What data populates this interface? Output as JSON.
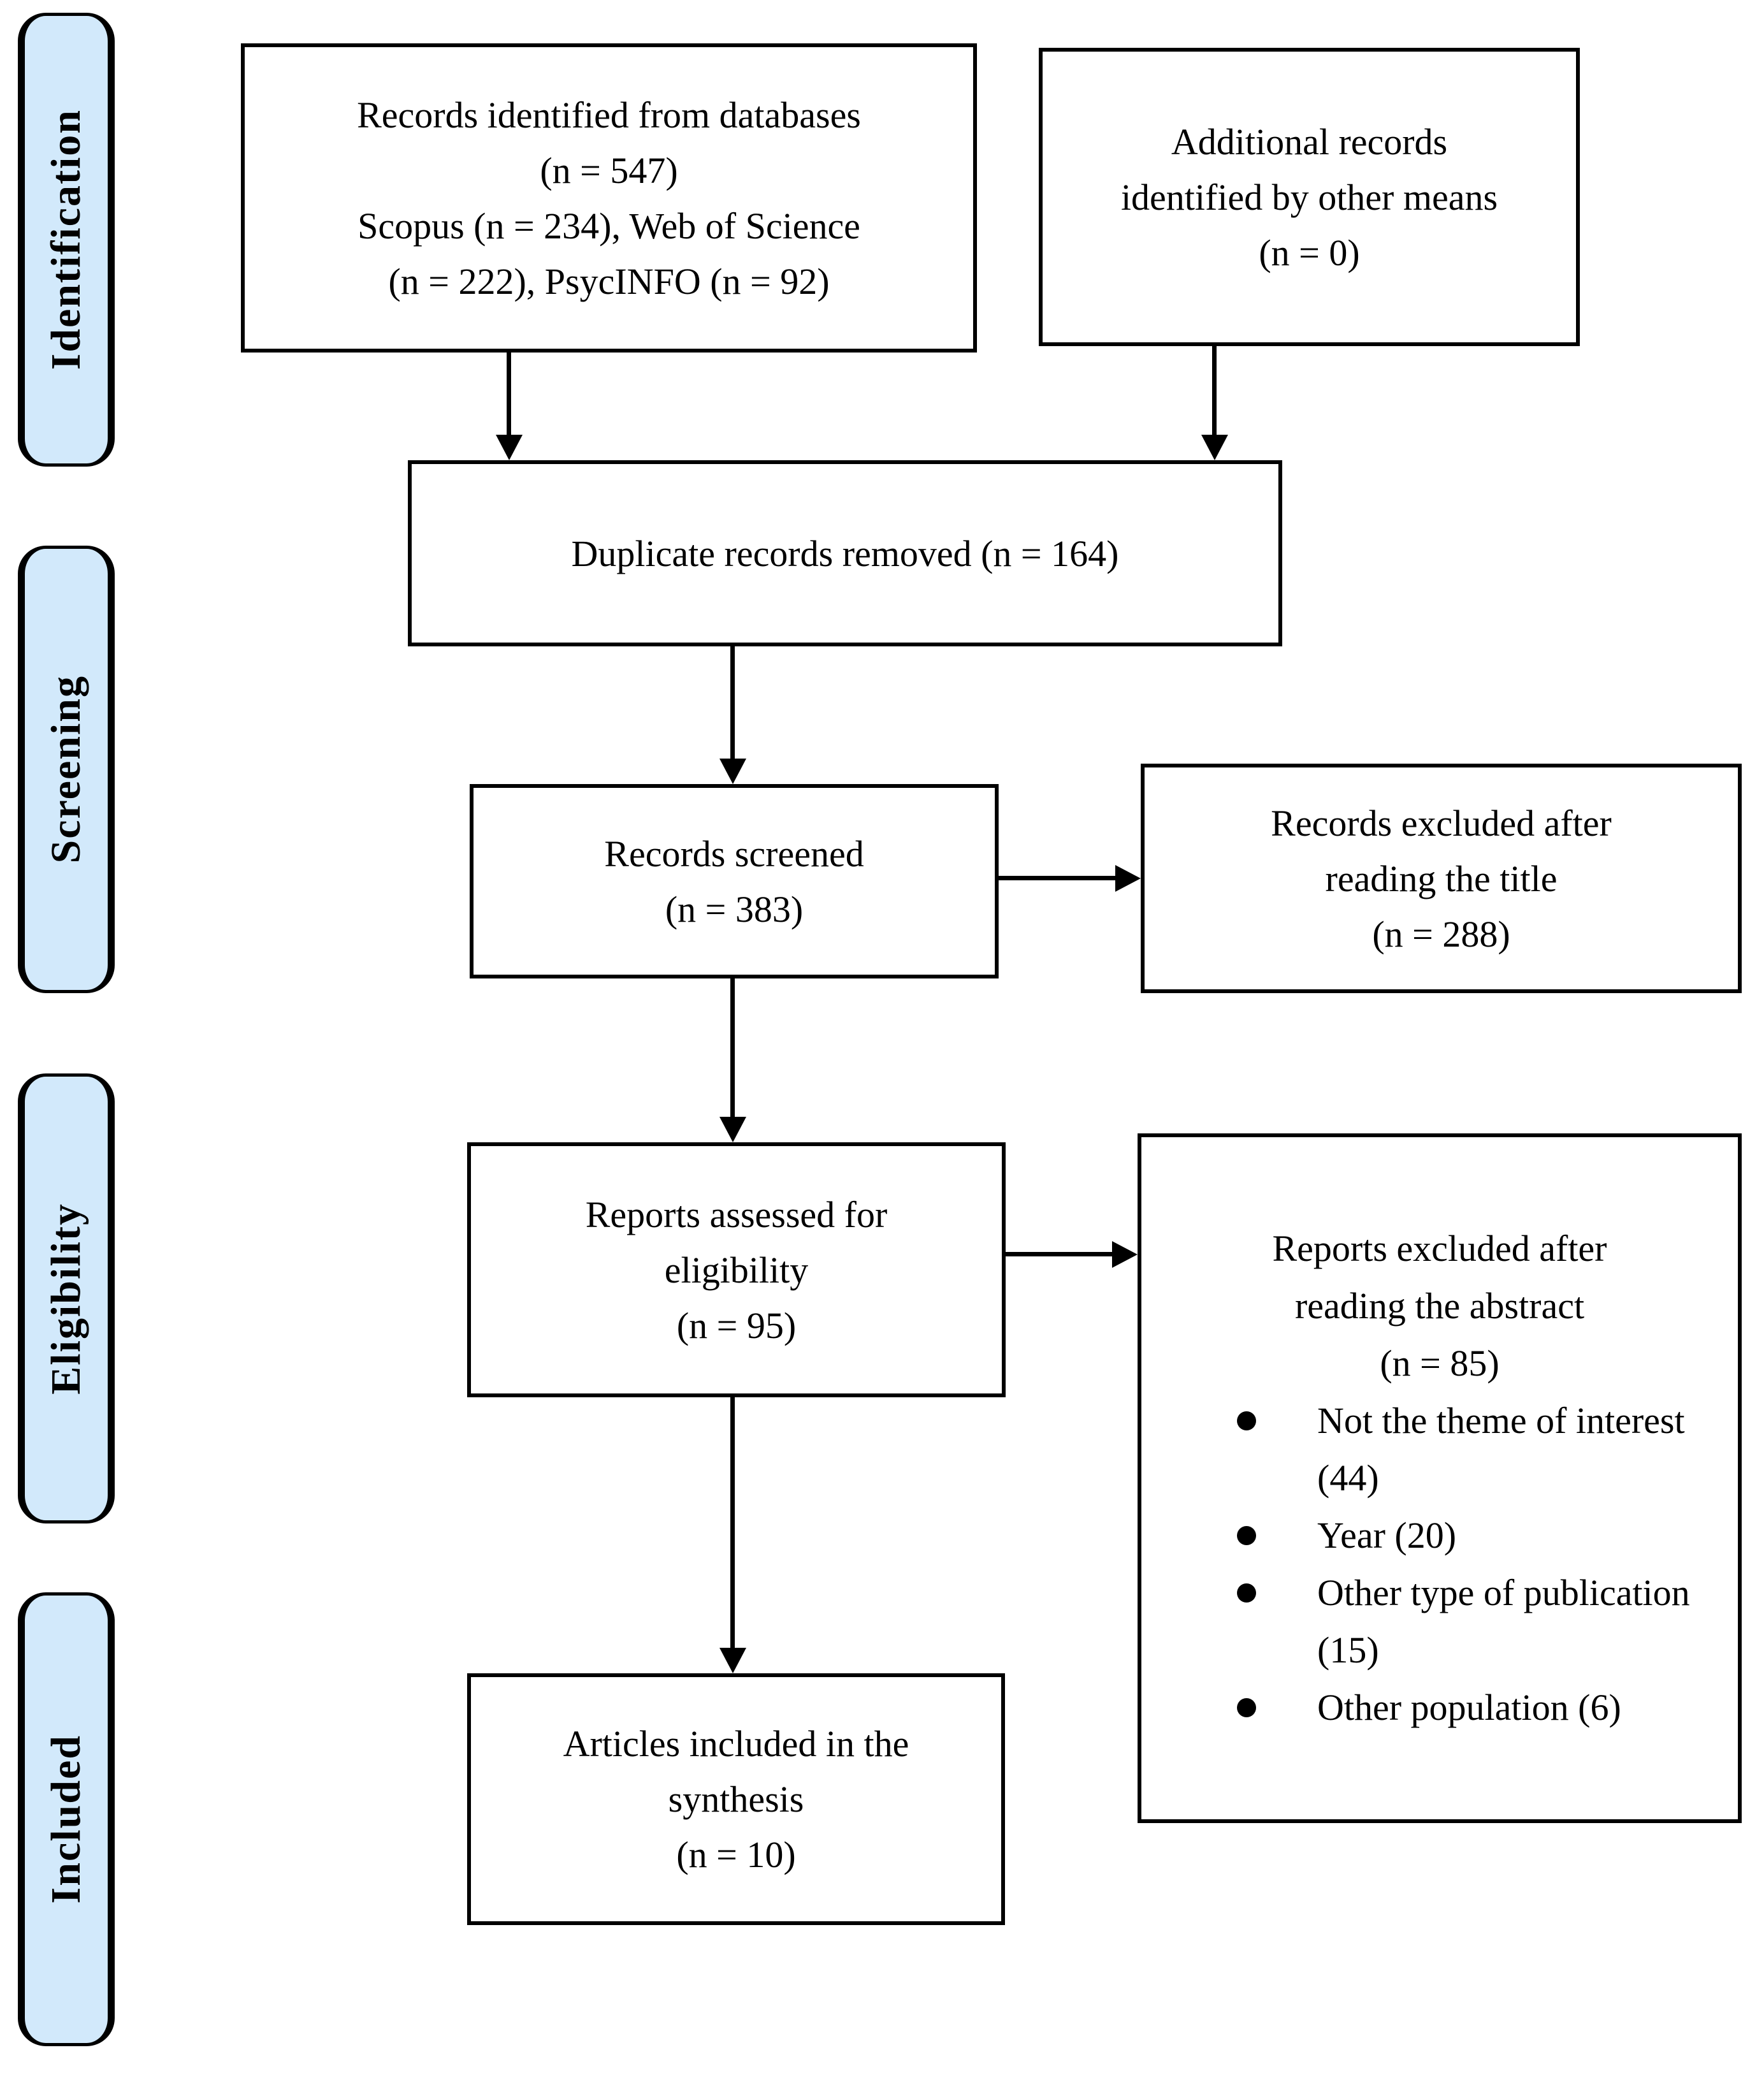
{
  "figure_type": "PRISMA flow diagram",
  "colors": {
    "stage_fill": "#d2e9fb",
    "stage_border": "#000000",
    "box_fill": "#ffffff",
    "box_border": "#000000",
    "arrow": "#000000",
    "background": "#ffffff"
  },
  "stages": [
    {
      "label": "Identification"
    },
    {
      "label": "Screening"
    },
    {
      "label": "Eligibility"
    },
    {
      "label": "Included"
    }
  ],
  "boxes": [
    {
      "id": "records-identified",
      "lines": [
        "Records identified from databases",
        "(n = 547)",
        "Scopus (n = 234), Web of Science",
        "(n = 222), PsycINFO (n = 92)"
      ]
    },
    {
      "id": "additional-records",
      "lines": [
        "Additional records",
        "identified by other means",
        "(n = 0)"
      ]
    },
    {
      "id": "duplicates-removed",
      "lines": [
        "Duplicate records removed (n = 164)"
      ]
    },
    {
      "id": "records-screened",
      "lines": [
        "Records screened",
        "(n = 383)"
      ]
    },
    {
      "id": "excluded-title",
      "lines": [
        "Records excluded after",
        "reading the title",
        "(n = 288)"
      ]
    },
    {
      "id": "assessed-eligibility",
      "lines": [
        "Reports assessed for",
        "eligibility",
        "(n = 95)"
      ]
    },
    {
      "id": "excluded-abstract",
      "lines": [
        "Reports excluded after",
        "reading the abstract",
        "(n = 85)"
      ],
      "bullets": [
        "Not the theme of interest (44)",
        "Year (20)",
        "Other type of publication (15)",
        "Other population (6)"
      ]
    },
    {
      "id": "articles-included",
      "lines": [
        "Articles included in the",
        "synthesis",
        "(n = 10)"
      ]
    }
  ]
}
